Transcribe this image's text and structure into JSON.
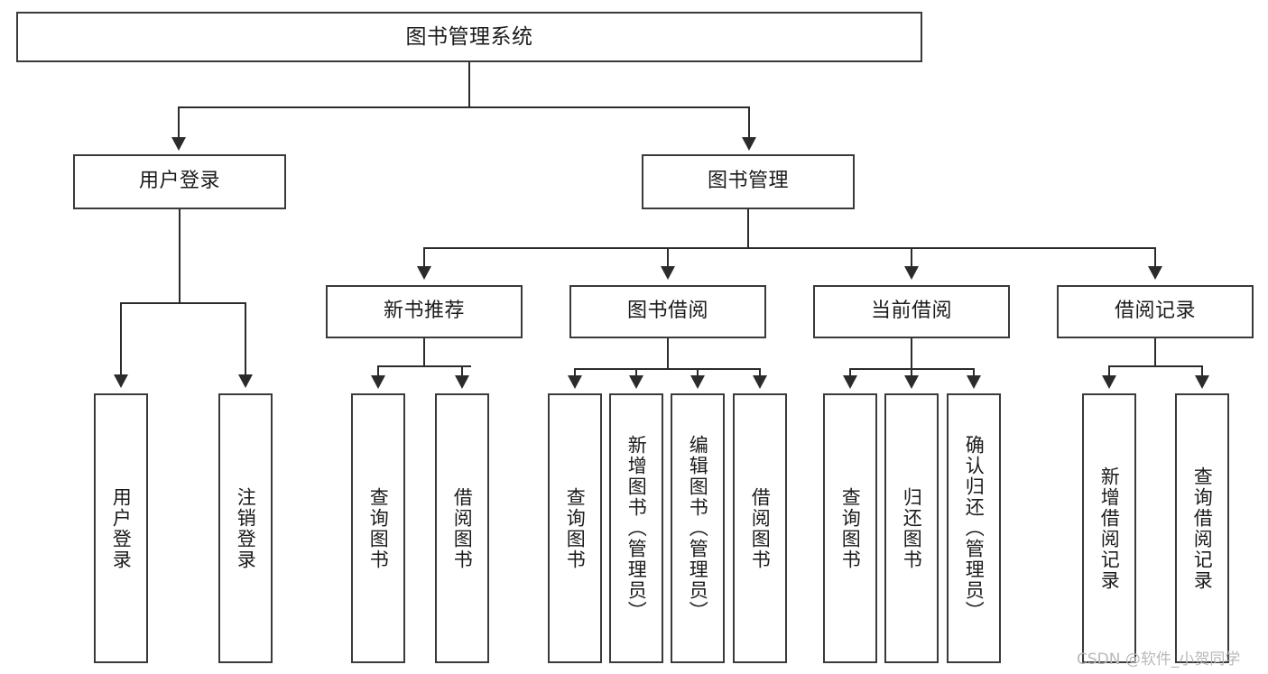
{
  "diagram": {
    "title": "图书管理系统",
    "type": "tree-hierarchy",
    "root": {
      "label": "图书管理系统"
    },
    "level2": [
      {
        "label": "用户登录"
      },
      {
        "label": "图书管理"
      }
    ],
    "level3": [
      {
        "label": "新书推荐"
      },
      {
        "label": "图书借阅"
      },
      {
        "label": "当前借阅"
      },
      {
        "label": "借阅记录"
      }
    ],
    "leaves": {
      "user_login": [
        {
          "label": "用户登录"
        },
        {
          "label": "注销登录"
        }
      ],
      "new_book_recommend": [
        {
          "label": "查询图书"
        },
        {
          "label": "借阅图书"
        }
      ],
      "book_borrow": [
        {
          "label": "查询图书"
        },
        {
          "label": "新增图书（管理员）"
        },
        {
          "label": "编辑图书（管理员）"
        },
        {
          "label": "借阅图书"
        }
      ],
      "current_borrow": [
        {
          "label": "查询图书"
        },
        {
          "label": "归还图书"
        },
        {
          "label": "确认归还（管理员）"
        }
      ],
      "borrow_record": [
        {
          "label": "新增借阅记录"
        },
        {
          "label": "查询借阅记录"
        }
      ]
    }
  },
  "watermark": {
    "text": "CSDN @软件_小贺同学"
  },
  "colors": {
    "border": "#3a3a3a",
    "connector": "#2b2b2b",
    "background": "#ffffff",
    "text": "#1b1b1b",
    "watermark": "#b9b9b9"
  }
}
